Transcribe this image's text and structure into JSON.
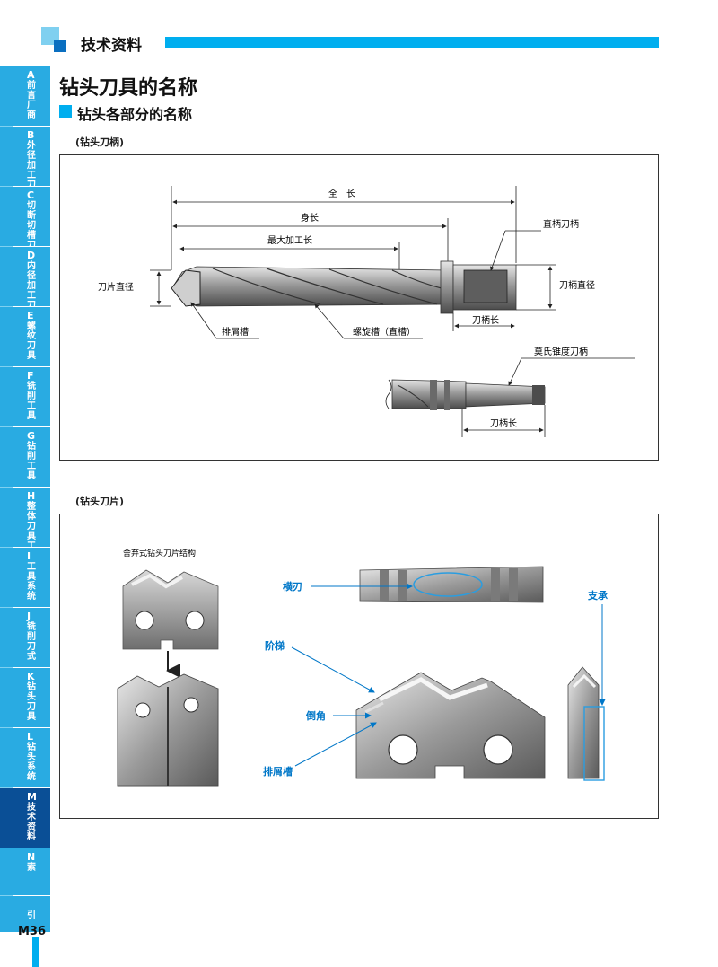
{
  "header": {
    "title": "技术资料"
  },
  "side_tabs": [
    {
      "letter": "A",
      "label": "前言厂商"
    },
    {
      "letter": "B",
      "label": "外径加工刀具"
    },
    {
      "letter": "C",
      "label": "切断切槽刀具"
    },
    {
      "letter": "D",
      "label": "内径加工刀具"
    },
    {
      "letter": "E",
      "label": "螺纹刀具"
    },
    {
      "letter": "F",
      "label": "铣削工具"
    },
    {
      "letter": "G",
      "label": "钻削工具"
    },
    {
      "letter": "H",
      "label": "整体刀具工刀"
    },
    {
      "letter": "I",
      "label": "工具系统"
    },
    {
      "letter": "J",
      "label": "铣削刀式"
    },
    {
      "letter": "K",
      "label": "钻头刀具"
    },
    {
      "letter": "L",
      "label": "钻头系统"
    },
    {
      "letter": "M",
      "label": "技术资料"
    },
    {
      "letter": "N",
      "label": "索"
    },
    {
      "letter": "",
      "label": "引"
    }
  ],
  "page_number": "M36",
  "main_title": "钻头刀具的名称",
  "sub_title": "钻头各部分的名称",
  "section1": {
    "caption": "(钻头刀柄)",
    "labels": {
      "total_length": "全　长",
      "body_length": "身长",
      "max_cut_length": "最大加工长",
      "straight_shank": "直柄刀柄",
      "insert_dia": "刀片直径",
      "shank_dia": "刀柄直径",
      "chip_groove": "排屑槽",
      "spiral_groove": "螺旋槽（直槽）",
      "shank_length": "刀柄长",
      "morse_shank": "莫氏锥度刀柄",
      "shank_length2": "刀柄长"
    }
  },
  "section2": {
    "caption": "(钻头刀片)",
    "labels": {
      "structure": "舍弃式钻头刀片结构",
      "chisel_edge": "横刃",
      "support": "支承",
      "step": "阶梯",
      "chamfer": "倒角",
      "chip_groove": "排屑槽"
    }
  },
  "colors": {
    "accent": "#00aeef",
    "tab": "#29abe2",
    "tab_active": "#0a4f96"
  }
}
